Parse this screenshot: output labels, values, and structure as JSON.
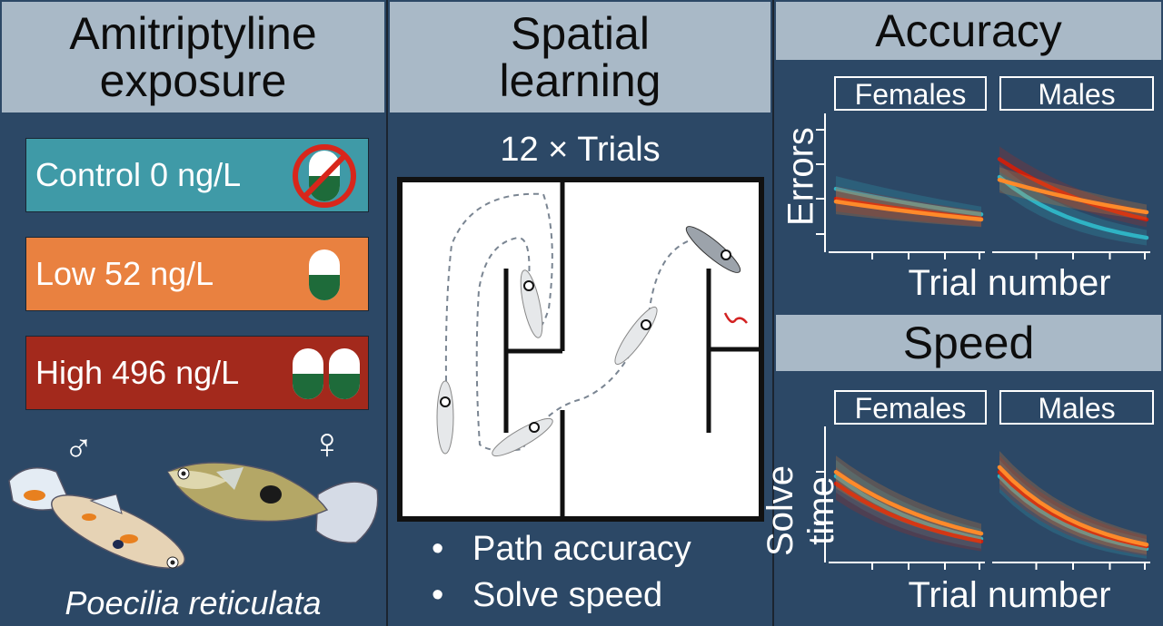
{
  "exposure": {
    "title_line1": "Amitriptyline",
    "title_line2": "exposure",
    "doses": [
      {
        "label": "Control 0 ng/L",
        "color": "#3f9aa7",
        "pills": 1,
        "crossed": true
      },
      {
        "label": "Low 52 ng/L",
        "color": "#e98140",
        "pills": 1,
        "crossed": false
      },
      {
        "label": "High 496 ng/L",
        "color": "#a3291c",
        "pills": 2,
        "crossed": false
      }
    ],
    "male_symbol": "♂",
    "female_symbol": "♀",
    "species": "Poecilia reticulata"
  },
  "learning": {
    "title_line1": "Spatial",
    "title_line2": "learning",
    "trials": "12 × Trials",
    "bullets": [
      "Path accuracy",
      "Solve speed"
    ]
  },
  "colors": {
    "control": "#2fb3c4",
    "low": "#ff8a2a",
    "high": "#c8200f",
    "panel": "#2c4866",
    "header": "#a9b9c7"
  },
  "chart_data": [
    {
      "type": "line",
      "title": "Accuracy",
      "ylabel": "Errors",
      "xlabel": "Trial number",
      "x_range": [
        1,
        12
      ],
      "facets": [
        {
          "name": "Females",
          "series": [
            {
              "name": "Control",
              "start": 1.84,
              "end": 1.1
            },
            {
              "name": "High",
              "start": 1.55,
              "end": 0.97
            },
            {
              "name": "Low",
              "start": 1.47,
              "end": 0.95
            }
          ]
        },
        {
          "name": "Males",
          "series": [
            {
              "name": "Control",
              "start": 2.18,
              "end": 0.42
            },
            {
              "name": "High",
              "start": 2.7,
              "end": 0.95
            },
            {
              "name": "Low",
              "start": 2.1,
              "end": 1.16
            }
          ]
        }
      ]
    },
    {
      "type": "line",
      "title": "Speed",
      "ylabel": "Solve time",
      "xlabel": "Trial number",
      "x_range": [
        1,
        12
      ],
      "facets": [
        {
          "name": "Females",
          "series": [
            {
              "name": "Control",
              "start": 1.64,
              "end": 0.45
            },
            {
              "name": "High",
              "start": 1.5,
              "end": 0.4
            },
            {
              "name": "Low",
              "start": 1.72,
              "end": 0.55
            }
          ]
        },
        {
          "name": "Males",
          "series": [
            {
              "name": "Control",
              "start": 1.64,
              "end": 0.26
            },
            {
              "name": "High",
              "start": 1.72,
              "end": 0.31
            },
            {
              "name": "Low",
              "start": 1.81,
              "end": 0.34
            }
          ]
        }
      ]
    }
  ]
}
